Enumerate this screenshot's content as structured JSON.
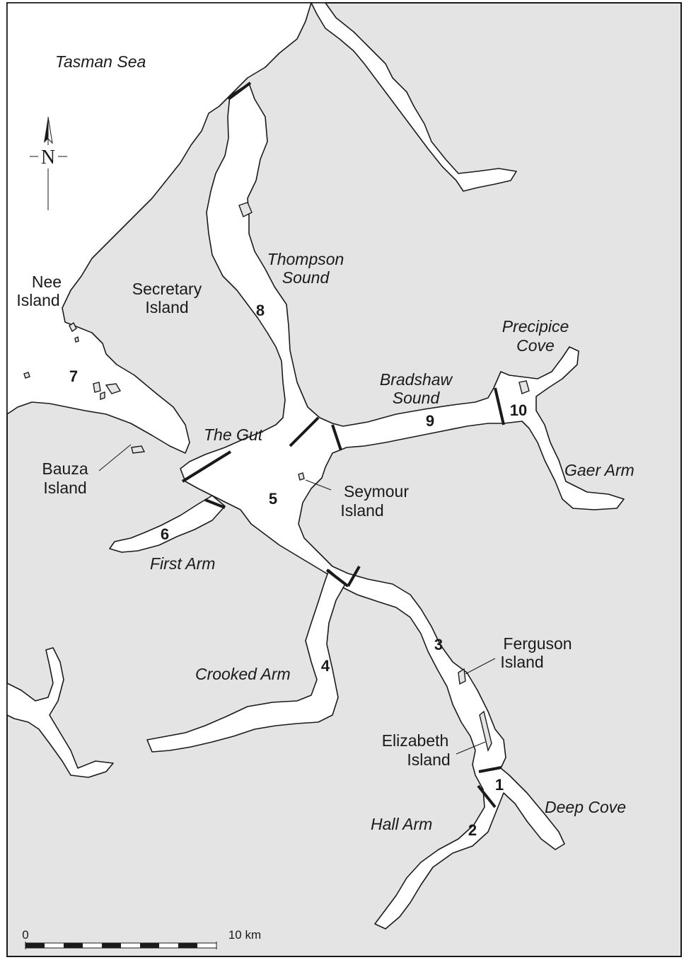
{
  "map": {
    "colors": {
      "land": "#e4e4e4",
      "water": "#ffffff",
      "outline": "#1a1a1a"
    },
    "north_arrow": {
      "icon": "north-arrow-icon",
      "letter": "N"
    },
    "water_labels": {
      "tasman_sea": "Tasman Sea",
      "thompson_sound": [
        "Thompson",
        "Sound"
      ],
      "bradshaw_sound": [
        "Bradshaw",
        "Sound"
      ],
      "precipice_cove": [
        "Precipice",
        "Cove"
      ],
      "gaer_arm": "Gaer Arm",
      "the_gut": "The Gut",
      "first_arm": "First Arm",
      "crooked_arm": "Crooked Arm",
      "hall_arm": "Hall Arm",
      "deep_cove": "Deep Cove"
    },
    "island_labels": {
      "nee": [
        "Nee",
        "Island"
      ],
      "secretary": [
        "Secretary",
        "Island"
      ],
      "bauza": [
        "Bauza",
        "Island"
      ],
      "seymour": [
        "Seymour",
        "Island"
      ],
      "ferguson": [
        "Ferguson",
        "Island"
      ],
      "elizabeth": [
        "Elizabeth",
        "Island"
      ]
    },
    "regions": [
      "1",
      "2",
      "3",
      "4",
      "5",
      "6",
      "7",
      "8",
      "9",
      "10"
    ],
    "scale_bar": {
      "start": "0",
      "end": "10 km",
      "segments": 10
    }
  }
}
